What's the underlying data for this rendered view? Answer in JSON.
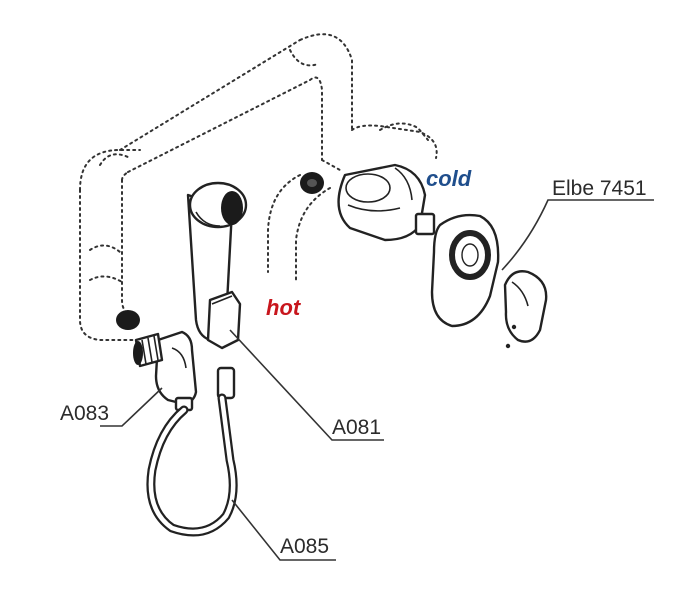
{
  "colors": {
    "hot": "#c8161d",
    "cold": "#1f4e8c",
    "line": "#222222"
  },
  "labels": {
    "cold": "cold",
    "hot": "hot",
    "mixer": "Elbe 7451",
    "angle_valve": "A083",
    "holder": "A081",
    "hose": "A085"
  }
}
